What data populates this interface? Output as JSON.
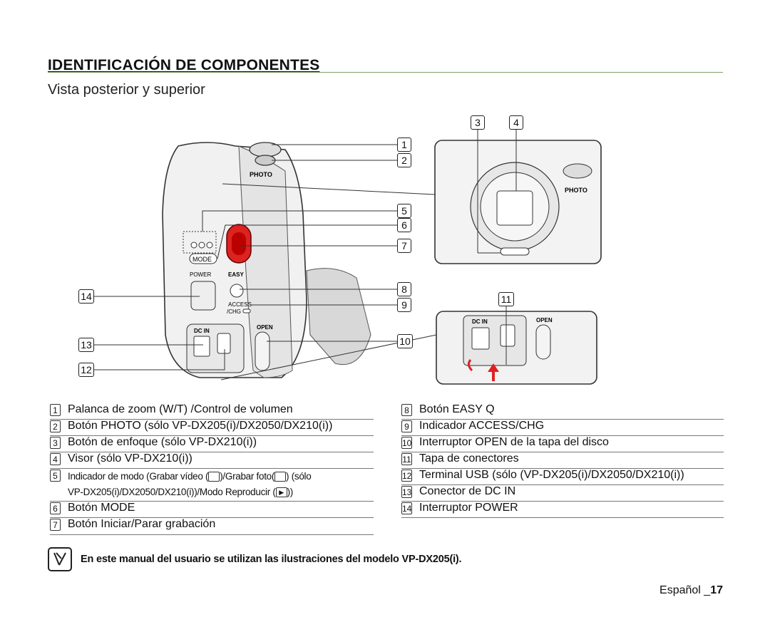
{
  "header": {
    "title": "IDENTIFICACIÓN DE COMPONENTES",
    "subtitle": "Vista posterior y superior"
  },
  "figure": {
    "callout_numbers": [
      "1",
      "2",
      "3",
      "4",
      "5",
      "6",
      "7",
      "8",
      "9",
      "10",
      "11",
      "12",
      "13",
      "14"
    ],
    "printed_labels": {
      "photo": "PHOTO",
      "mode": "MODE",
      "power": "POWER",
      "easy": "EASY",
      "access": "ACCESS",
      "chg": "/CHG",
      "dcin": "DC IN",
      "open": "OPEN"
    }
  },
  "legend_left": [
    {
      "num": "1",
      "text": "Palanca de zoom (W/T) /Control de volumen"
    },
    {
      "num": "2",
      "text": "Botón PHOTO (sólo VP-DX205(i)/DX2050/DX210(i))"
    },
    {
      "num": "3",
      "text": "Botón de enfoque (sólo VP-DX210(i))"
    },
    {
      "num": "4",
      "text": "Visor (sólo VP-DX210(i))"
    },
    {
      "num": "5",
      "text": "Indicador de modo (Grabar vídeo (▭)/Grabar foto(▭) (sólo VP-DX205(i)/DX2050/DX210(i))/Modo Reproducir (▶))"
    },
    {
      "num": "6",
      "text": "Botón MODE"
    },
    {
      "num": "7",
      "text": "Botón Iniciar/Parar grabación"
    }
  ],
  "legend_left_lines": {
    "l5a": "Indicador de modo (Grabar vídeo (",
    "l5b": ")/Grabar foto(",
    "l5c": ") (sólo",
    "l5d": "VP-DX205(i)/DX2050/DX210(i))/Modo Reproducir (",
    "l5e": "))"
  },
  "legend_right": [
    {
      "num": "8",
      "text": "Botón EASY Q"
    },
    {
      "num": "9",
      "text": "Indicador ACCESS/CHG"
    },
    {
      "num": "10",
      "text": "Interruptor OPEN de la tapa del disco"
    },
    {
      "num": "11",
      "text": "Tapa de conectores"
    },
    {
      "num": "12",
      "text": "Terminal USB (sólo (VP-DX205(i)/DX2050/DX210(i))"
    },
    {
      "num": "13",
      "text": "Conector de DC IN"
    },
    {
      "num": "14",
      "text": "Interruptor POWER"
    }
  ],
  "note": "En este manual del usuario se utilizan las ilustraciones del modelo VP-DX205(i).",
  "footer": {
    "language": "Español _",
    "page": "17"
  }
}
